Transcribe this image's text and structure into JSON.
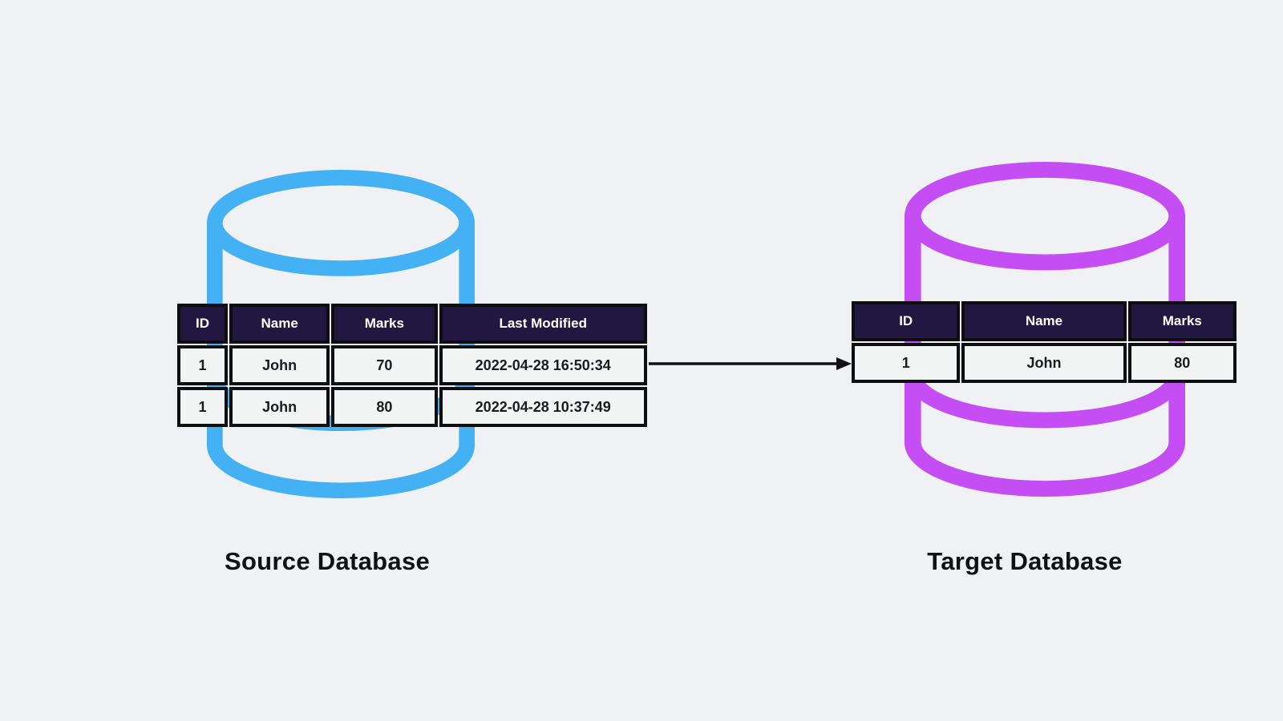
{
  "diagram": {
    "background": "#eff1f4",
    "arrow_color": "#111111",
    "table_header_bg": "#211740",
    "table_cell_bg": "#f3f5f4",
    "table_border": "#0e0e10"
  },
  "source": {
    "label": "Source Database",
    "cylinder_color": "#45B1F5",
    "table": {
      "headers": [
        "ID",
        "Name",
        "Marks",
        "Last Modified"
      ],
      "rows": [
        [
          "1",
          "John",
          "70",
          "2022-04-28 16:50:34"
        ],
        [
          "1",
          "John",
          "80",
          "2022-04-28 10:37:49"
        ]
      ]
    }
  },
  "target": {
    "label": "Target Database",
    "cylinder_color": "#C44DF4",
    "table": {
      "headers": [
        "ID",
        "Name",
        "Marks"
      ],
      "rows": [
        [
          "1",
          "John",
          "80"
        ]
      ]
    }
  }
}
